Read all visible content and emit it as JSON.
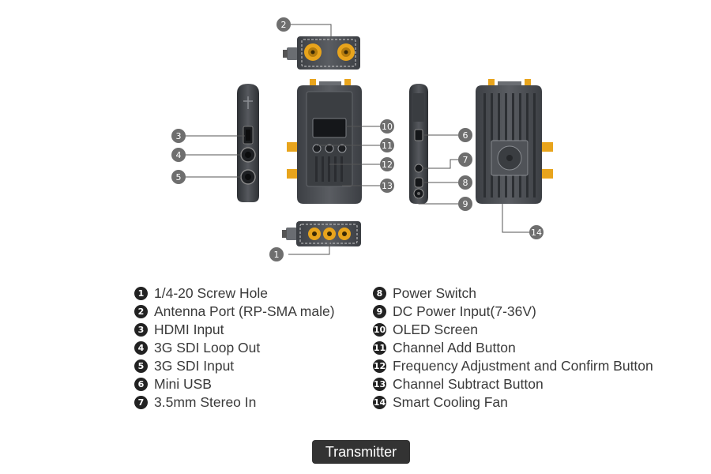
{
  "diagram": {
    "callout_numbers": [
      "1",
      "2",
      "3",
      "4",
      "5",
      "6",
      "7",
      "8",
      "9",
      "10",
      "11",
      "12",
      "13",
      "14"
    ]
  },
  "legend": {
    "left": [
      {
        "num": "1",
        "label": "1/4-20 Screw Hole"
      },
      {
        "num": "2",
        "label": "Antenna Port (RP-SMA male)"
      },
      {
        "num": "3",
        "label": "HDMI Input"
      },
      {
        "num": "4",
        "label": "3G SDI Loop Out"
      },
      {
        "num": "5",
        "label": "3G SDI Input"
      },
      {
        "num": "6",
        "label": "Mini USB"
      },
      {
        "num": "7",
        "label": "3.5mm Stereo In"
      }
    ],
    "right": [
      {
        "num": "8",
        "label": "Power Switch"
      },
      {
        "num": "9",
        "label": "DC Power Input(7-36V)"
      },
      {
        "num": "10",
        "label": "OLED Screen"
      },
      {
        "num": "11",
        "label": "Channel Add Button"
      },
      {
        "num": "12",
        "label": "Frequency Adjustment and Confirm Button"
      },
      {
        "num": "13",
        "label": "Channel Subtract Button"
      },
      {
        "num": "14",
        "label": "Smart Cooling Fan"
      }
    ]
  },
  "caption": "Transmitter",
  "colors": {
    "device_body": "#4a4d52",
    "device_dark": "#2f3236",
    "connector_gold": "#e8a41c",
    "callout_badge": "#6e6e6e",
    "leader_line": "#555555"
  }
}
